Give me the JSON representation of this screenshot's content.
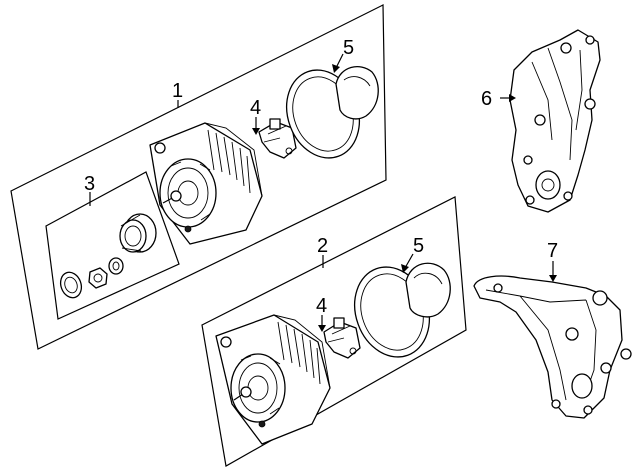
{
  "callouts": {
    "c1": "1",
    "c2": "2",
    "c3": "3",
    "c4_upper": "4",
    "c4_lower": "4",
    "c5_upper": "5",
    "c5_lower": "5",
    "c6": "6",
    "c7": "7"
  },
  "colors": {
    "line": "#000000",
    "background": "#ffffff"
  }
}
